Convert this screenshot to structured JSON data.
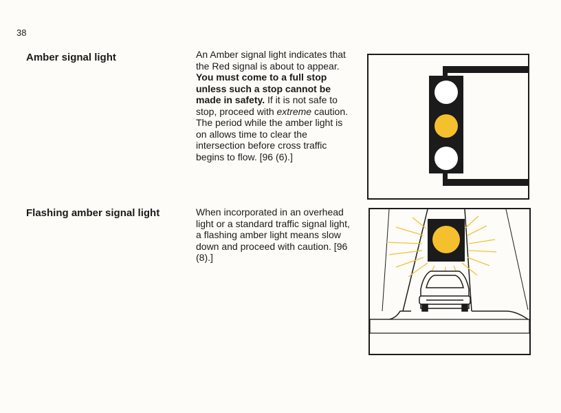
{
  "page": {
    "number": "38"
  },
  "section1": {
    "heading": "Amber signal light",
    "body_intro": "An Amber signal light indicates that the Red signal is about to appear.",
    "body_bold": "You must come to a full stop unless such a stop cannot be made in safety.",
    "body_after_bold": "If it is not safe to stop, proceed with",
    "body_italic": "extreme",
    "body_end": "caution. The period while the amber light is on allows time to clear the intersection before cross traffic begins to flow. [96 (6).]"
  },
  "section2": {
    "heading": "Flashing amber signal light",
    "body": "When incorporated in an overhead light or a standard traffic signal light, a flashing amber light means slow down and proceed with caution. [96 (8).]"
  },
  "colors": {
    "amber": "#f5c02e",
    "signal_housing": "#1b1b1b",
    "lens_off": "#ffffff",
    "ray": "#f0c23a"
  },
  "icons": {
    "figure1": "traffic-signal-amber-icon",
    "figure2": "flashing-amber-overhead-icon"
  }
}
